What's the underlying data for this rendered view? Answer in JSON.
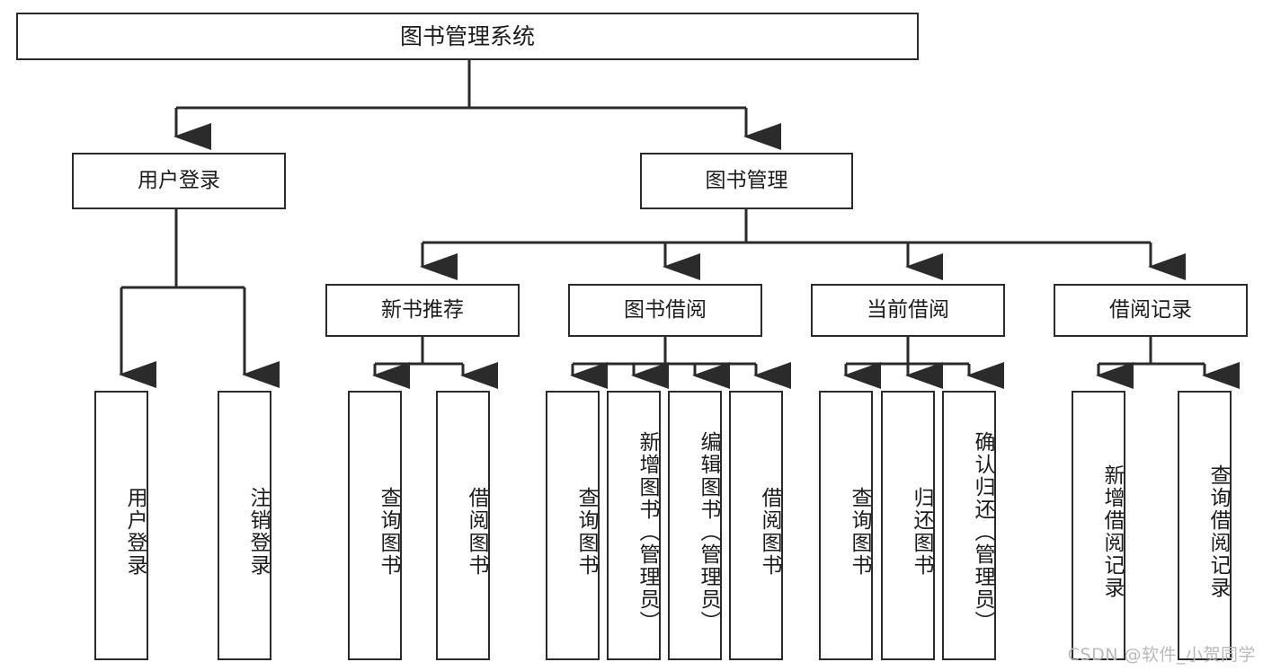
{
  "diagram": {
    "title": "图书管理系统",
    "type": "tree-hierarchy-chart",
    "root": {
      "label": "图书管理系统"
    },
    "level2": [
      {
        "label": "用户登录"
      },
      {
        "label": "图书管理"
      }
    ],
    "level3": [
      {
        "label": "新书推荐"
      },
      {
        "label": "图书借阅"
      },
      {
        "label": "当前借阅"
      },
      {
        "label": "借阅记录"
      }
    ],
    "leaves": {
      "user_login": [
        {
          "label": "用户登录"
        },
        {
          "label": "注销登录"
        }
      ],
      "new_book_recommend": [
        {
          "label": "查询图书"
        },
        {
          "label": "借阅图书"
        }
      ],
      "book_borrow": [
        {
          "label": "查询图书"
        },
        {
          "label": "新增图书（管理员）"
        },
        {
          "label": "编辑图书（管理员）"
        },
        {
          "label": "借阅图书"
        }
      ],
      "current_borrow": [
        {
          "label": "查询图书"
        },
        {
          "label": "归还图书"
        },
        {
          "label": "确认归还（管理员）"
        }
      ],
      "borrow_records": [
        {
          "label": "新增借阅记录"
        },
        {
          "label": "查询借阅记录"
        }
      ]
    }
  },
  "watermark": {
    "text": "CSDN @软件_小贺同学"
  },
  "colors": {
    "stroke": "#2b2b2b",
    "fill": "#ffffff",
    "text": "#1c1c1c",
    "watermark": "#b9b9b9"
  }
}
